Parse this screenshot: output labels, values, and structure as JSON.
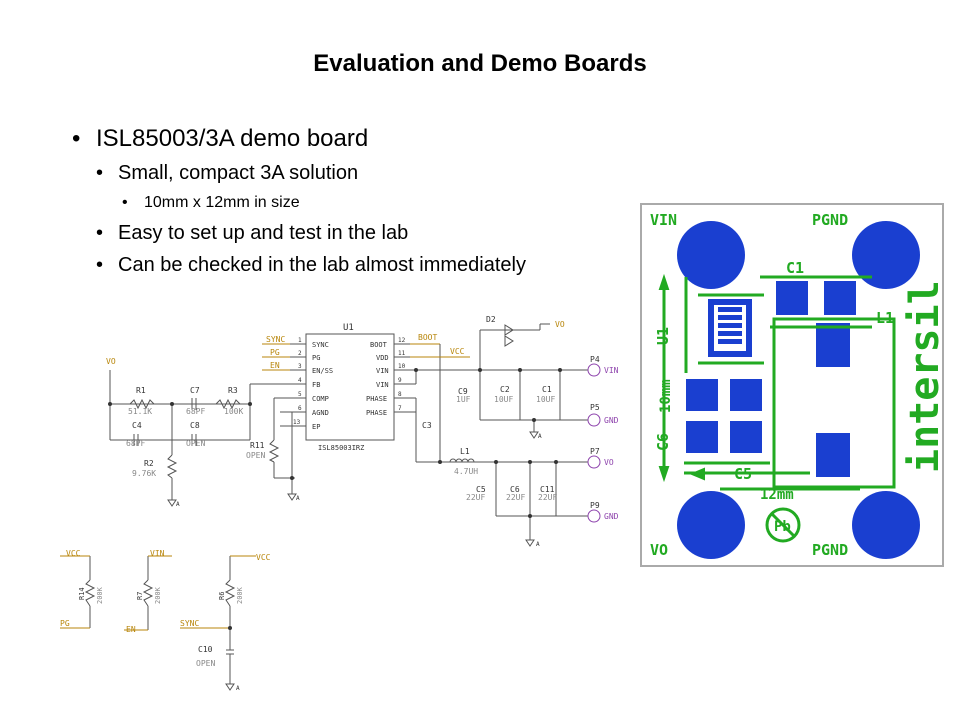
{
  "slide": {
    "title": "Evaluation and Demo Boards",
    "bullets": {
      "main": "ISL85003/3A demo board",
      "sub1": "Small, compact 3A solution",
      "sub1_detail": "10mm x 12mm in size",
      "sub2": "Easy to set up and test in the lab",
      "sub3": "Can be checked in the lab almost immediately"
    }
  },
  "schematic": {
    "ic_ref": "U1",
    "ic_part": "ISL85003IRZ",
    "pins_left": [
      "SYNC",
      "PG",
      "EN/SS",
      "FB",
      "COMP",
      "AGND",
      "EP"
    ],
    "pins_left_num": [
      "1",
      "2",
      "3",
      "4",
      "5",
      "6",
      "13"
    ],
    "pins_right": [
      "BOOT",
      "VDD",
      "VIN",
      "VIN",
      "PHASE",
      "PHASE"
    ],
    "pins_right_num": [
      "12",
      "11",
      "10",
      "9",
      "8",
      "7"
    ],
    "nets": {
      "sync": "SYNC",
      "pg": "PG",
      "en": "EN",
      "boot": "BOOT",
      "vcc": "VCC",
      "vo": "VO",
      "vin": "VIN",
      "gnd": "GND",
      "a": "A"
    },
    "parts": {
      "r1": "R1",
      "r1v": "51.1K",
      "c7": "C7",
      "c7v": "68PF",
      "r3": "R3",
      "r3v": "100K",
      "c4": "C4",
      "c4v": "68PF",
      "c8": "C8",
      "c8v": "OPEN",
      "r2": "R2",
      "r2v": "9.76K",
      "r11": "R11",
      "r11v": "OPEN",
      "d2": "D2",
      "c3": "C3",
      "c9": "C9",
      "c9v": "1UF",
      "c2": "C2",
      "c2v": "10UF",
      "c1": "C1",
      "c1v": "10UF",
      "l1": "L1",
      "l1v": "4.7UH",
      "c5": "C5",
      "c5v": "22UF",
      "c6": "C6",
      "c6v": "22UF",
      "c11": "C11",
      "c11v": "22UF",
      "p4": "P4",
      "p5": "P5",
      "p7": "P7",
      "p9": "P9",
      "r14": "R14",
      "r14v": "200K",
      "r7": "R7",
      "r7v": "200K",
      "r6": "R6",
      "r6v": "200K",
      "c10": "C10",
      "c10v": "OPEN"
    }
  },
  "pcb": {
    "vin": "VIN",
    "pgnd": "PGND",
    "vo": "VO",
    "pgnd2": "PGND",
    "c1": "C1",
    "u1": "U1",
    "l1": "L1",
    "c6": "C6",
    "c5": "C5",
    "dim_h": "10mm",
    "dim_w": "12mm",
    "pb": "Pb",
    "brand": "intersil"
  },
  "colors": {
    "schematic_net": "#b8860b",
    "schematic_port": "#8e44ad",
    "schematic_line": "#555555",
    "pcb_green": "#22aa22",
    "pcb_blue": "#1a3fd0"
  }
}
